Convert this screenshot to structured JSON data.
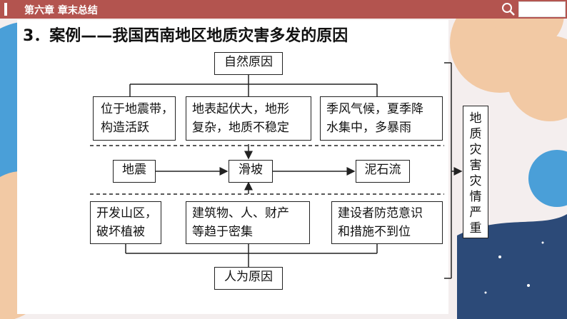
{
  "header": {
    "chapter": "第六章  章末总结"
  },
  "heading": "3．案例——我国西南地区地质灾害多发的原因",
  "diagram": {
    "natural_cause": "自然原因",
    "natural_factors": [
      [
        "位于地震带，",
        "构造活跃"
      ],
      [
        "地表起伏大，地形",
        "复杂，地质不稳定"
      ],
      [
        "季风气候，夏季降",
        "水集中，多暴雨"
      ]
    ],
    "chain": [
      "地震",
      "滑坡",
      "泥石流"
    ],
    "human_factors": [
      [
        "开发山区，",
        "破坏植被"
      ],
      [
        "建筑物、人、财产",
        "等趋于密集"
      ],
      [
        "建设者防范意识",
        "和措施不到位"
      ]
    ],
    "human_cause": "人为原因",
    "result_chars": [
      "地",
      "质",
      "灾",
      "害",
      "灾",
      "情",
      "严",
      "重"
    ]
  },
  "colors": {
    "header_bar": "#b3544f",
    "blue_blob": "#4a9fd8",
    "peach_blob": "#f2c9a4",
    "navy_blob": "#2c4a78"
  },
  "icons": {
    "search": "search-icon"
  }
}
